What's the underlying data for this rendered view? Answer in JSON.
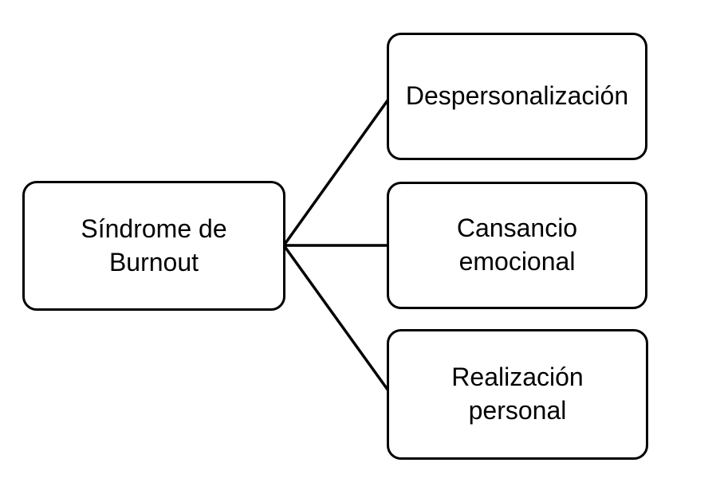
{
  "diagram": {
    "type": "mind-map",
    "colors": {
      "background": "#ffffff",
      "node_fill": "#ffffff",
      "node_border": "#000000",
      "connector": "#000000",
      "text": "#000000"
    },
    "root": {
      "label": "Síndrome de Burnout"
    },
    "children": [
      {
        "label": "Despersonalización"
      },
      {
        "label": "Cansancio emocional"
      },
      {
        "label": "Realización personal"
      }
    ]
  }
}
